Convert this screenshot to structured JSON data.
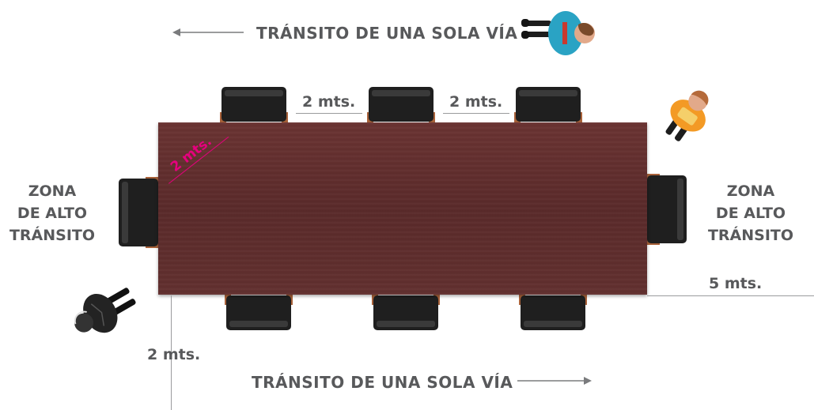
{
  "top_transit": {
    "label": "TRÁNSITO DE UNA SOLA VÍA"
  },
  "bottom_transit": {
    "label": "TRÁNSITO DE UNA SOLA VÍA"
  },
  "left_zone": {
    "line1": "ZONA",
    "line2": "DE ALTO",
    "line3": "TRÁNSITO"
  },
  "right_zone": {
    "line1": "ZONA",
    "line2": "DE ALTO",
    "line3": "TRÁNSITO"
  },
  "dimensions": {
    "chair_gap_left": "2 mts.",
    "chair_gap_right": "2 mts.",
    "table_diagonal": "2 mts.",
    "right_side": "5 mts.",
    "left_bottom": "2 mts."
  },
  "colors": {
    "table": "#5e2c2c",
    "chair": "#1f1f1f",
    "text": "#58595b",
    "accent": "#e6007e"
  },
  "icons": {
    "arrow_left": "arrow-left-icon",
    "arrow_right": "arrow-right-icon",
    "person_blue": "person-blue-icon",
    "person_orange": "person-orange-icon",
    "person_black": "person-black-icon"
  }
}
